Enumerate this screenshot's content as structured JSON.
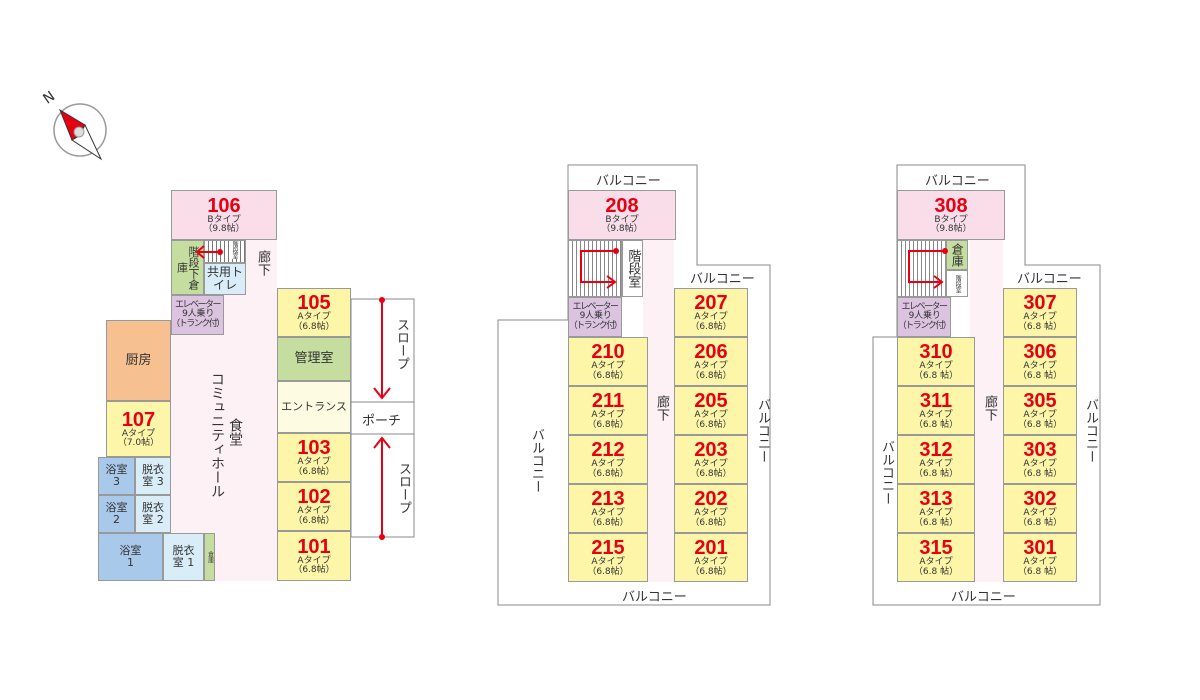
{
  "compass": {
    "north_label": "N"
  },
  "rooms": {
    "106": {
      "number": "106",
      "type": "Bタイプ",
      "size": "（9.8帖）"
    },
    "105": {
      "number": "105",
      "type": "Aタイプ",
      "size": "（6.8帖）"
    },
    "107": {
      "number": "107",
      "type": "Aタイプ",
      "size": "（7.0帖）"
    },
    "103": {
      "number": "103",
      "type": "Aタイプ",
      "size": "（6.8帖）"
    },
    "102": {
      "number": "102",
      "type": "Aタイプ",
      "size": "（6.8帖）"
    },
    "101": {
      "number": "101",
      "type": "Aタイプ",
      "size": "（6.8帖）"
    },
    "208": {
      "number": "208",
      "type": "Bタイプ",
      "size": "（9.8帖）"
    },
    "207": {
      "number": "207",
      "type": "Aタイプ",
      "size": "（6.8帖）"
    },
    "210": {
      "number": "210",
      "type": "Aタイプ",
      "size": "（6.8帖）"
    },
    "211": {
      "number": "211",
      "type": "Aタイプ",
      "size": "（6.8帖）"
    },
    "212": {
      "number": "212",
      "type": "Aタイプ",
      "size": "（6.8帖）"
    },
    "213": {
      "number": "213",
      "type": "Aタイプ",
      "size": "（6.8帖）"
    },
    "215": {
      "number": "215",
      "type": "Aタイプ",
      "size": "（6.8帖）"
    },
    "206": {
      "number": "206",
      "type": "Aタイプ",
      "size": "（6.8帖）"
    },
    "205": {
      "number": "205",
      "type": "Aタイプ",
      "size": "（6.8帖）"
    },
    "203": {
      "number": "203",
      "type": "Aタイプ",
      "size": "（6.8帖）"
    },
    "202": {
      "number": "202",
      "type": "Aタイプ",
      "size": "（6.8帖）"
    },
    "201": {
      "number": "201",
      "type": "Aタイプ",
      "size": "（6.8帖）"
    },
    "308": {
      "number": "308",
      "type": "Bタイプ",
      "size": "（9.8帖）"
    },
    "307": {
      "number": "307",
      "type": "Aタイプ",
      "size": "（6.8 帖）"
    },
    "310": {
      "number": "310",
      "type": "Aタイプ",
      "size": "（6.8 帖）"
    },
    "311": {
      "number": "311",
      "type": "Aタイプ",
      "size": "（6.8 帖）"
    },
    "312": {
      "number": "312",
      "type": "Aタイプ",
      "size": "（6.8 帖）"
    },
    "313": {
      "number": "313",
      "type": "Aタイプ",
      "size": "（6.8 帖）"
    },
    "315": {
      "number": "315",
      "type": "Aタイプ",
      "size": "（6.8 帖）"
    },
    "306": {
      "number": "306",
      "type": "Aタイプ",
      "size": "（6.8 帖）"
    },
    "305": {
      "number": "305",
      "type": "Aタイプ",
      "size": "（6.8 帖）"
    },
    "303": {
      "number": "303",
      "type": "Aタイプ",
      "size": "（6.8 帖）"
    },
    "302": {
      "number": "302",
      "type": "Aタイプ",
      "size": "（6.8 帖）"
    },
    "301": {
      "number": "301",
      "type": "Aタイプ",
      "size": "（6.8 帖）"
    }
  },
  "labels": {
    "under_stair_storage": "階段下倉庫",
    "stairwell": "階段室",
    "shared_toilet": "共用トイレ",
    "corridor": "廊下",
    "elevator_1": "エレベーター",
    "elevator_2": "9 人 乗 り",
    "elevator_3": "（トランク付）",
    "kitchen": "厨房",
    "bath3": "浴室 3",
    "dress3": "脱衣室 3",
    "bath2": "浴室 2",
    "dress2": "脱衣室 2",
    "bath1": "浴室 1",
    "dress1": "脱衣室 1",
    "storage": "倉庫",
    "community_hall": "コミュニティホール",
    "dining": "食堂",
    "office": "管理室",
    "entrance": "エントランス",
    "slope": "スロープ",
    "porch": "ポーチ",
    "balcony": "バルコニー"
  },
  "colors": {
    "room_number": "#e60012",
    "a_type": "#fdf6a9",
    "b_type": "#f9dde9"
  }
}
